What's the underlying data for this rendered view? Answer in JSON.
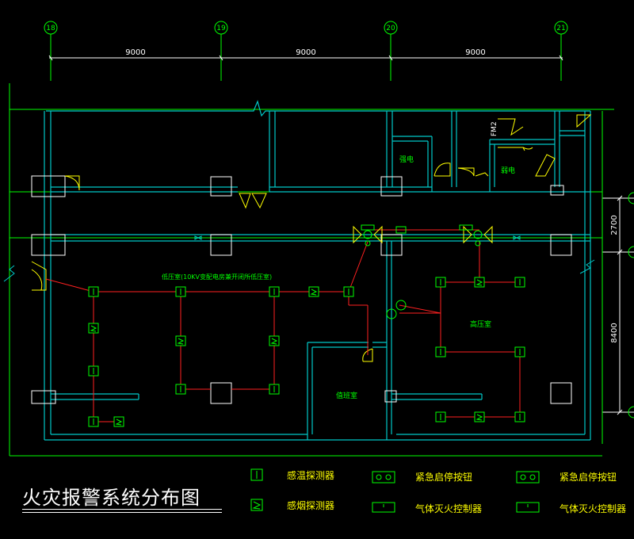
{
  "grid_axes": [
    "18",
    "19",
    "20",
    "21"
  ],
  "dimensions": {
    "horizontal": [
      "9000",
      "9000",
      "9000"
    ],
    "vertical": [
      "2700",
      "8400"
    ]
  },
  "rooms": {
    "low_voltage": "低压室(10KV变配电房兼开闭所低压室)",
    "high_voltage": "高压室",
    "duty": "值班室",
    "strong_power": "强电",
    "weak_power": "弱电"
  },
  "door_tag": "FM2",
  "legend": [
    {
      "symbol": "heat-detector",
      "label": "感温探测器"
    },
    {
      "symbol": "smoke-detector",
      "label": "感烟探测器"
    },
    {
      "symbol": "emergency-button",
      "label": "紧急启停按钮"
    },
    {
      "symbol": "gas-controller",
      "label": "气体灭火控制器"
    },
    {
      "symbol": "emergency-button",
      "label": "紧急启停按钮"
    },
    {
      "symbol": "gas-controller",
      "label": "气体灭火控制器"
    }
  ],
  "title": "火灾报警系统分布图",
  "colors": {
    "wall": "#00c8c8",
    "grid_line": "#00ff00",
    "dimension": "#ffffff",
    "device": "#00ff00",
    "wiring": "#ff2020",
    "door": "#ffff00",
    "text": "#00ff00",
    "legend_text": "#ffff00"
  }
}
